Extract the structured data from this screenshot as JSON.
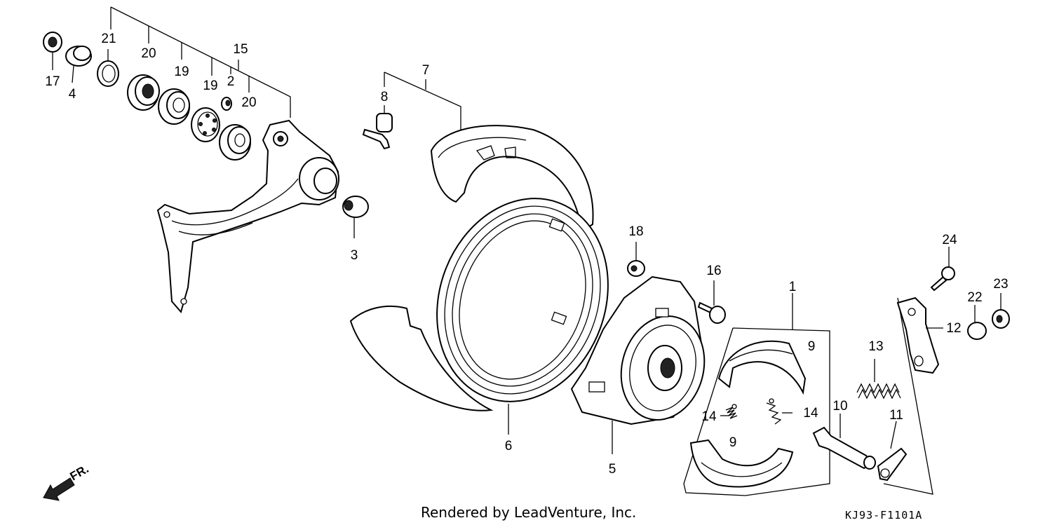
{
  "callouts": {
    "c1": "1",
    "c2": "2",
    "c3": "3",
    "c4": "4",
    "c5": "5",
    "c6": "6",
    "c7": "7",
    "c8": "8",
    "c9a": "9",
    "c9b": "9",
    "c10": "10",
    "c11": "11",
    "c12": "12",
    "c13": "13",
    "c14a": "14",
    "c14b": "14",
    "c15": "15",
    "c16": "16",
    "c17": "17",
    "c18": "18",
    "c19a": "19",
    "c19b": "19",
    "c20a": "20",
    "c20b": "20",
    "c21": "21",
    "c22": "22",
    "c23": "23",
    "c24": "24"
  },
  "direction_label": "FR.",
  "footer": {
    "credit": "Rendered by LeadVenture, Inc.",
    "diagram_code": "KJ93-F1101A"
  },
  "icons": {
    "direction": "arrow-front-icon"
  }
}
